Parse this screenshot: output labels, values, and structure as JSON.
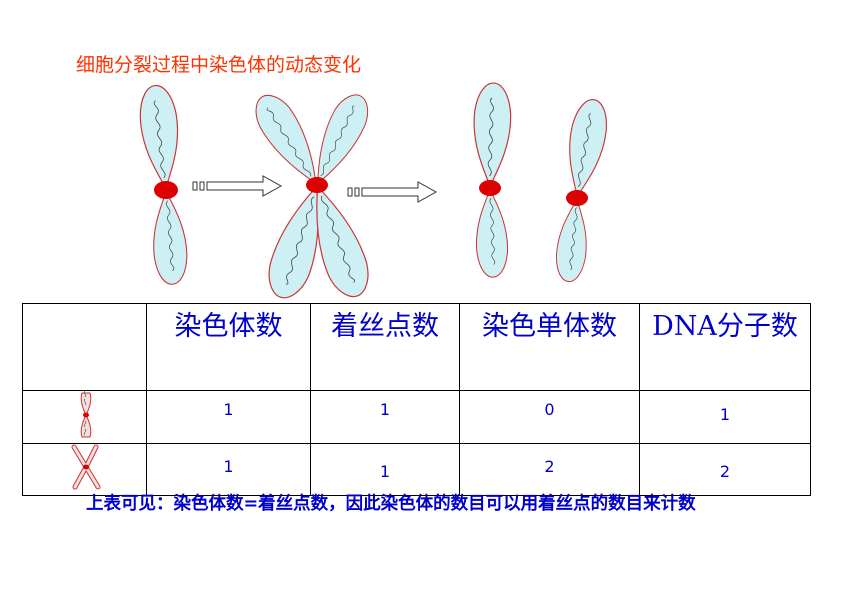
{
  "title": "细胞分裂过程中染色体的动态变化",
  "colors": {
    "title": "#ff3300",
    "chromatid_fill": "#cdf0f5",
    "chromatid_outline": "#cc3333",
    "centromere": "#dd0000",
    "text": "#0000cc"
  },
  "table": {
    "headers": [
      "",
      "染色体数",
      "着丝点数",
      "染色单体数",
      "DNA分子数"
    ],
    "rows": [
      {
        "icon": "single-chromosome-icon",
        "values": [
          "1",
          "1",
          "0",
          "1"
        ]
      },
      {
        "icon": "duplicated-chromosome-icon",
        "values": [
          "1",
          "1",
          "2",
          "2"
        ]
      }
    ]
  },
  "conclusion": "上表可见：染色体数=着丝点数，因此染色体的数目可以用着丝点的数目来计数"
}
